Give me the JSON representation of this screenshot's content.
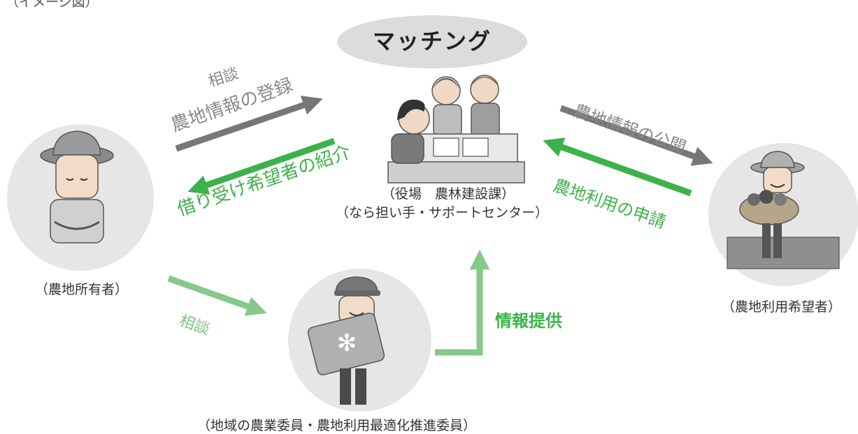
{
  "title_partial": "（イメージ図）",
  "center": {
    "cloud_title": "マッチング",
    "caption_line1": "（役場　農林建設課）",
    "caption_line2": "（なら担い手・サポートセンター）"
  },
  "actors": {
    "owner": "（農地所有者）",
    "user": "（農地利用希望者）",
    "committee": "（地域の農業委員・農地利用最適化推進委員）"
  },
  "flows": {
    "owner_consult": "相談",
    "owner_register": "農地情報の登録",
    "introduction": "借り受け希望者の紹介",
    "publish": "農地情報の公開",
    "apply": "農地利用の申請",
    "committee_consult": "相談",
    "info_provide": "情報提供"
  },
  "colors": {
    "gray_arrow": "#777777",
    "green_arrow": "#3db24a",
    "light_green_arrow": "#86c98a",
    "circle_fill": "#e6e6e6",
    "cloud_fill": "#dcdcdc"
  }
}
